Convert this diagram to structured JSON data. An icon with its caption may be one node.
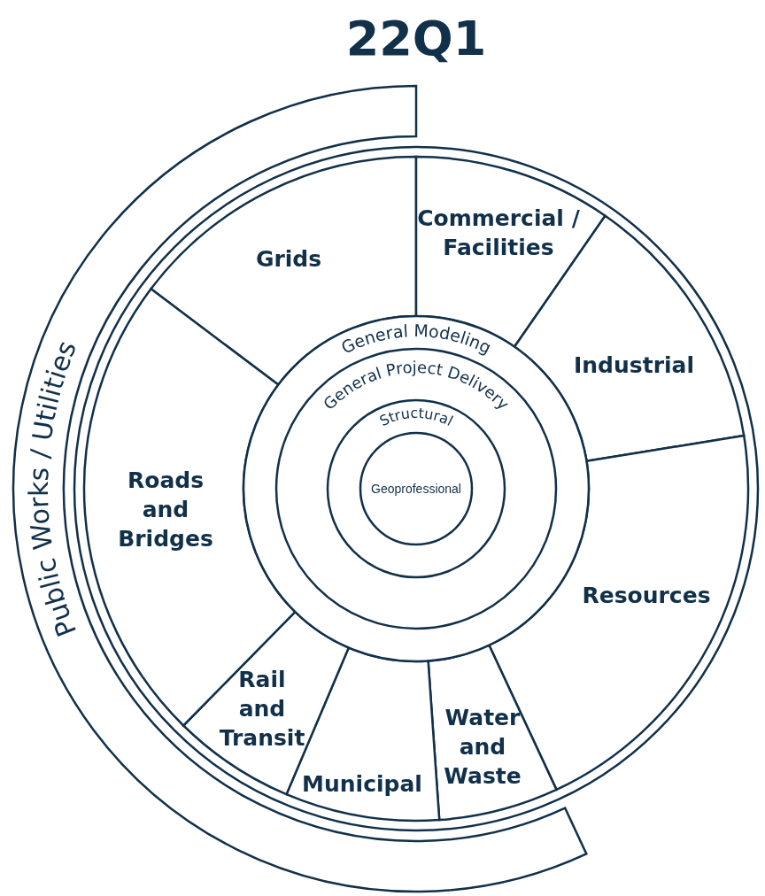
{
  "diagram": {
    "title": "22Q1",
    "nodes": [
      {
        "text": [
          "Public Works / Utilities"
        ]
      },
      {
        "text": [
          "Grids"
        ]
      },
      {
        "text": [
          "Commercial / Facilities"
        ]
      },
      {
        "text": [
          "Industrial"
        ]
      },
      {
        "text": [
          "Resources"
        ]
      },
      {
        "text": [
          "Water and Waste"
        ]
      },
      {
        "text": [
          "Municipal"
        ]
      },
      {
        "text": [
          "Rail and Transit"
        ]
      },
      {
        "text": [
          "Roads and Bridges"
        ]
      },
      {
        "text": [
          "General Modeling"
        ]
      },
      {
        "text": [
          "General Project Delivery"
        ],
        "in": 9
      },
      {
        "text": [
          "Structural"
        ],
        "in": 10
      },
      {
        "text": [
          "Geoprofessional"
        ],
        "in": 11
      }
    ]
  }
}
